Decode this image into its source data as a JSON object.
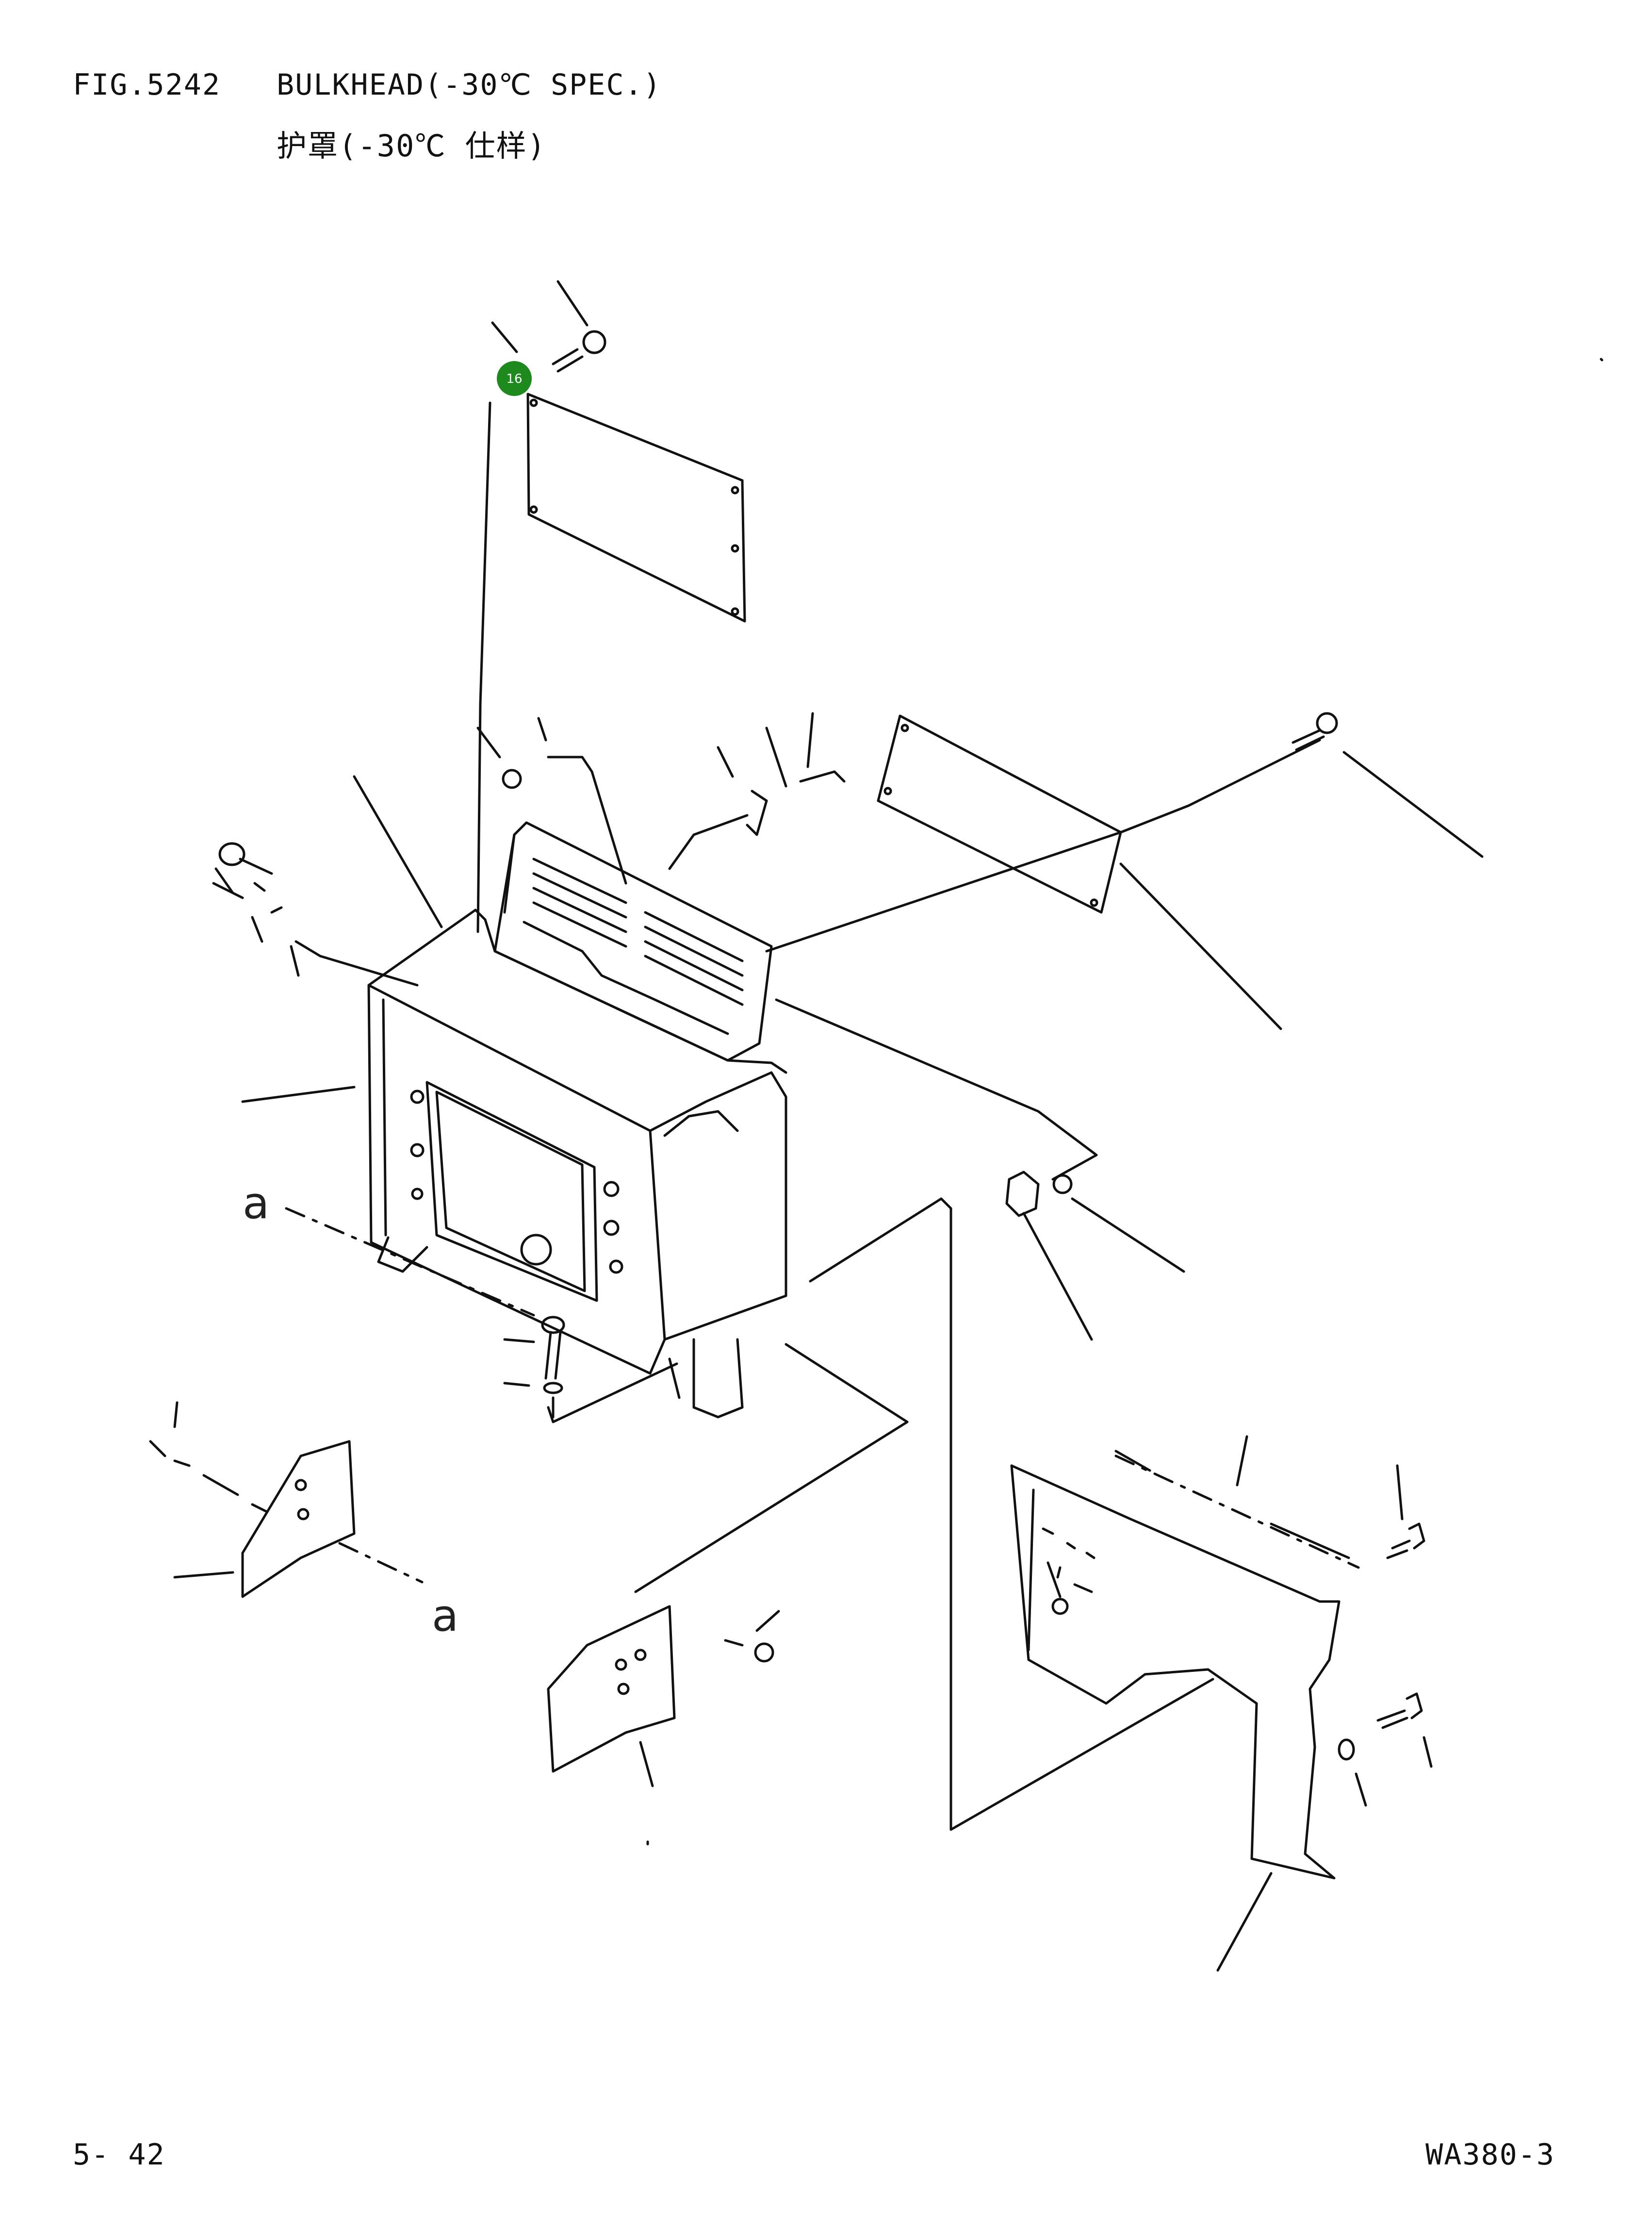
{
  "header": {
    "fig_number": "FIG.5242",
    "title_en": "BULKHEAD(-30℃ SPEC.)",
    "title_cn": "护罩(-30℃ 仕样)"
  },
  "footer": {
    "page_number": "5- 42",
    "model_code": "WA380-3"
  },
  "callout": {
    "label": "16",
    "color": "#1e8a1e"
  },
  "reference_marks": [
    "a",
    "a"
  ],
  "colors": {
    "line": "#111111",
    "background": "#ffffff"
  }
}
